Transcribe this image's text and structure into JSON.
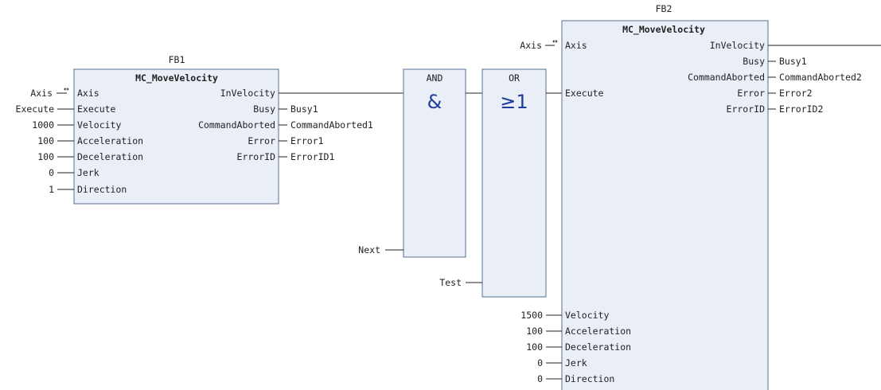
{
  "fb1": {
    "instance": "FB1",
    "type": "MC_MoveVelocity",
    "inputs": [
      {
        "pin": "Axis",
        "value": "Axis",
        "arrow": "↔"
      },
      {
        "pin": "Execute",
        "value": "Execute"
      },
      {
        "pin": "Velocity",
        "value": "1000"
      },
      {
        "pin": "Acceleration",
        "value": "100"
      },
      {
        "pin": "Deceleration",
        "value": "100"
      },
      {
        "pin": "Jerk",
        "value": "0"
      },
      {
        "pin": "Direction",
        "value": "1"
      }
    ],
    "outputs": [
      {
        "pin": "InVelocity",
        "value": ""
      },
      {
        "pin": "Busy",
        "value": "Busy1"
      },
      {
        "pin": "CommandAborted",
        "value": "CommandAborted1"
      },
      {
        "pin": "Error",
        "value": "Error1"
      },
      {
        "pin": "ErrorID",
        "value": "ErrorID1"
      }
    ]
  },
  "and_gate": {
    "label": "AND",
    "symbol": "&",
    "input2": "Next"
  },
  "or_gate": {
    "label": "OR",
    "symbol": "≥1",
    "input2": "Test"
  },
  "fb2": {
    "instance": "FB2",
    "type": "MC_MoveVelocity",
    "inputs": [
      {
        "pin": "Axis",
        "value": "Axis",
        "arrow": "↔"
      },
      {
        "pin": "Execute",
        "value": ""
      },
      {
        "pin": "Velocity",
        "value": "1500"
      },
      {
        "pin": "Acceleration",
        "value": "100"
      },
      {
        "pin": "Deceleration",
        "value": "100"
      },
      {
        "pin": "Jerk",
        "value": "0"
      },
      {
        "pin": "Direction",
        "value": "0"
      }
    ],
    "outputs": [
      {
        "pin": "InVelocity",
        "value": ""
      },
      {
        "pin": "Busy",
        "value": "Busy1"
      },
      {
        "pin": "CommandAborted",
        "value": "CommandAborted2"
      },
      {
        "pin": "Error",
        "value": "Error2"
      },
      {
        "pin": "ErrorID",
        "value": "ErrorID2"
      }
    ]
  },
  "colors": {
    "block_fill": "#e9eef7",
    "block_border": "#5a6f8f",
    "symbol": "#1f3c9c"
  }
}
